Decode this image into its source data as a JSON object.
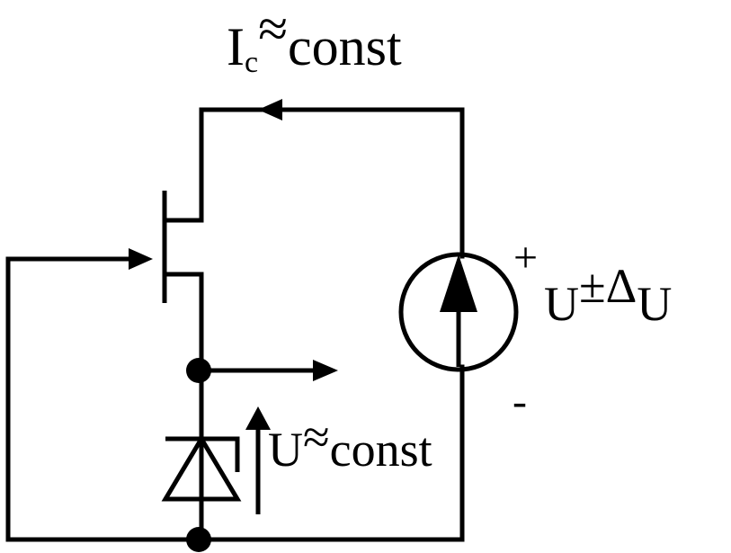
{
  "labels": {
    "current": {
      "symbol": "I",
      "subscript": "c",
      "relation": "≈",
      "value": "const"
    },
    "zener": {
      "symbol": "U",
      "relation": "≈",
      "value": "const"
    },
    "source": {
      "plus": "+",
      "symbol": "U",
      "pm": "±",
      "delta": "Δ",
      "symbol2": "U",
      "minus": "-"
    }
  },
  "colors": {
    "ink": "#000000",
    "background": "#ffffff"
  }
}
